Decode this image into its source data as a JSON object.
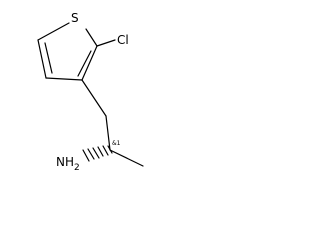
{
  "molecule": {
    "atoms": {
      "sulfur": "S",
      "chlorine": "Cl",
      "amine": "NH2"
    },
    "amine_parts": {
      "main": "NH",
      "subscript": "2"
    },
    "stereo_label": "&1"
  }
}
